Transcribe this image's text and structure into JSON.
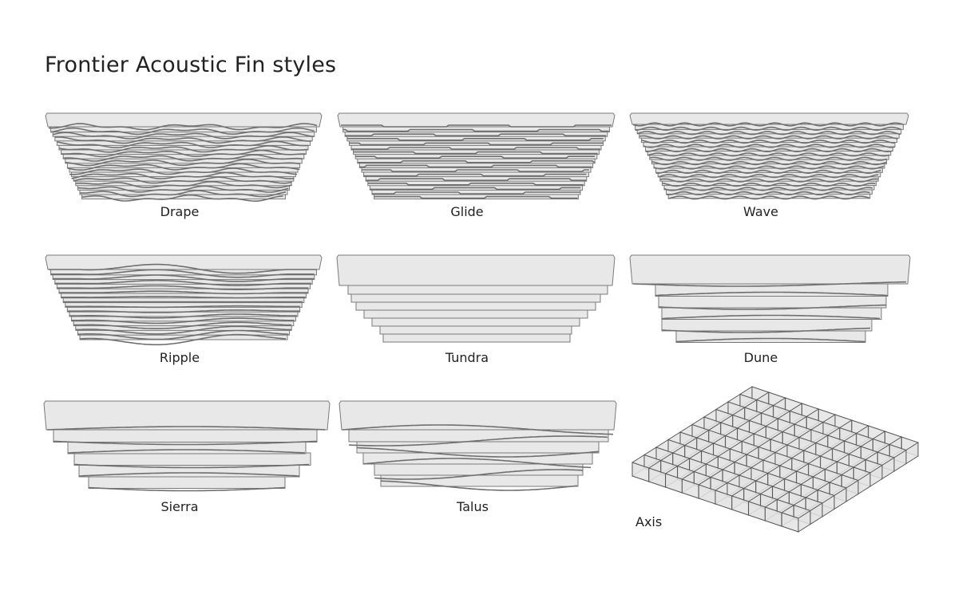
{
  "title": "Frontier Acoustic Fin styles",
  "styles": [
    {
      "name": "Drape",
      "pattern": "irregular-wave"
    },
    {
      "name": "Glide",
      "pattern": "stepped"
    },
    {
      "name": "Wave",
      "pattern": "regular-wave"
    },
    {
      "name": "Ripple",
      "pattern": "lens-wave"
    },
    {
      "name": "Tundra",
      "pattern": "flat-stepped"
    },
    {
      "name": "Dune",
      "pattern": "gentle-curve"
    },
    {
      "name": "Sierra",
      "pattern": "gentle-curve"
    },
    {
      "name": "Talus",
      "pattern": "crossing-curve"
    },
    {
      "name": "Axis",
      "pattern": "grid"
    }
  ],
  "colors": {
    "fill": "#e8e8e8",
    "stroke": "#7a7a7a",
    "text": "#222222"
  }
}
